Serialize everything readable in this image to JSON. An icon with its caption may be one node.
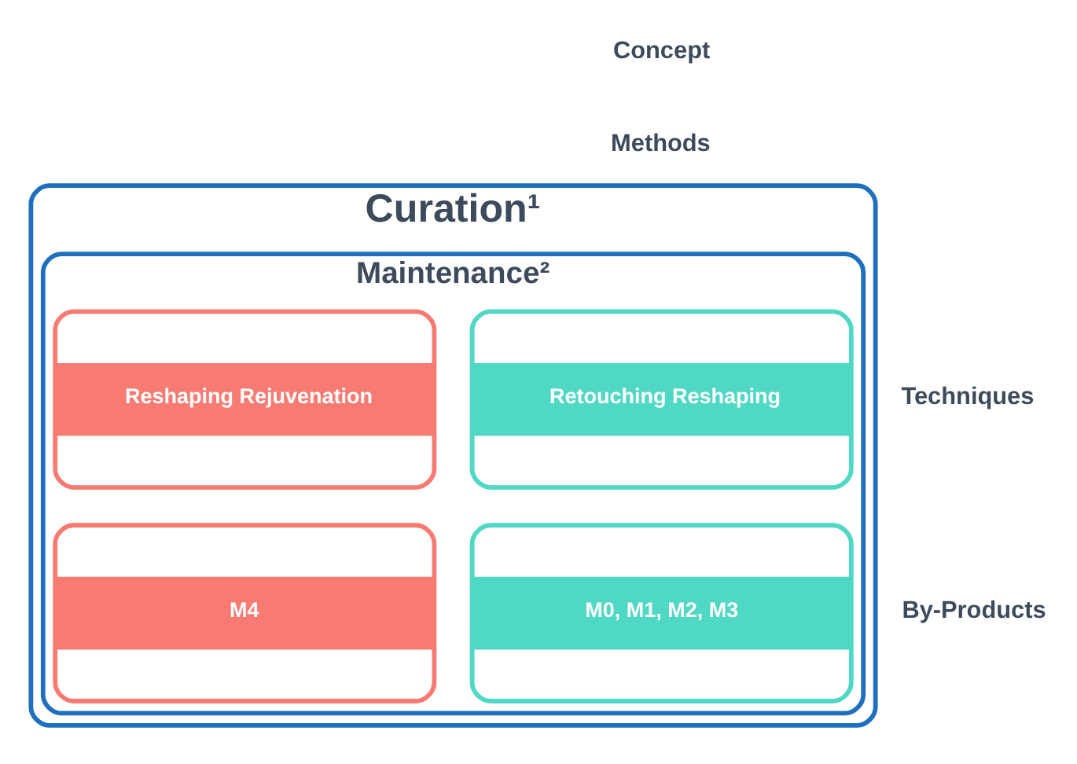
{
  "diagram": {
    "nodes": [
      {
        "text": [
          "Curation¹"
        ]
      },
      {
        "text": [
          "Maintenance²"
        ],
        "in": 0
      },
      {
        "text": [
          "Retouching Reshaping"
        ],
        "in": 1
      },
      {
        "text": [
          "Reshaping Rejuvenation"
        ],
        "in": 1
      },
      {
        "text": [
          "M0, M1, M2, M3"
        ],
        "in": 1
      },
      {
        "text": [
          "M4"
        ],
        "in": 1
      }
    ],
    "edges": [],
    "labels": [
      "Concept",
      "Methods",
      "Techniques",
      "By-Products"
    ]
  }
}
